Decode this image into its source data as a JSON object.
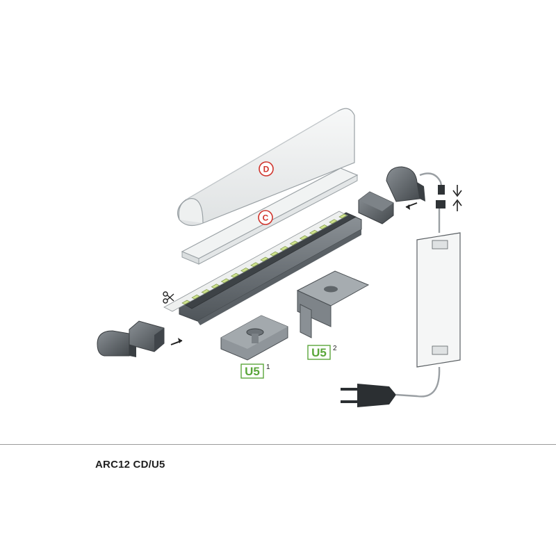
{
  "diagram": {
    "part_labels": {
      "cover_d": "D",
      "cover_c": "C"
    },
    "mounting": [
      {
        "label": "U5",
        "superscript": "1"
      },
      {
        "label": "U5",
        "superscript": "2"
      }
    ],
    "colors": {
      "label_red": "#d0342c",
      "label_green": "#5aa63a",
      "profile_gray": "#6d7378",
      "cover_white": "#f4f5f5",
      "led_green": "#c9de8a"
    }
  },
  "product": {
    "code": "ARC12 CD/U5"
  }
}
